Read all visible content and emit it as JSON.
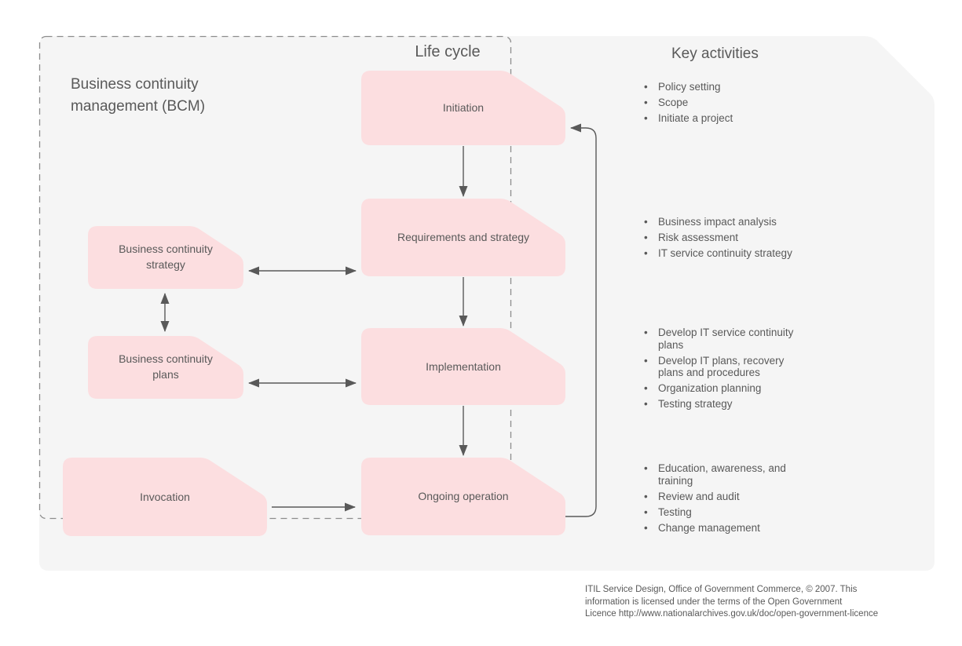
{
  "panel": {
    "bcm_title": "Business continuity\nmanagement (BCM)",
    "lifecycle_label": "Life cycle",
    "key_activities_title": "Key activities"
  },
  "boxes": {
    "initiation": "Initiation",
    "requirements": "Requirements and strategy",
    "implementation": "Implementation",
    "ongoing": "Ongoing operation",
    "bc_strategy": "Business continuity\nstrategy",
    "bc_plans": "Business continuity\nplans",
    "invocation": "Invocation"
  },
  "key_activities": {
    "groups": [
      {
        "items": [
          "Policy setting",
          "Scope",
          "Initiate a project"
        ]
      },
      {
        "items": [
          "Business impact analysis",
          "Risk assessment",
          "IT service continuity strategy"
        ]
      },
      {
        "items": [
          "Develop IT service continuity\nplans",
          "Develop IT plans, recovery\nplans and procedures",
          "Organization planning",
          "Testing strategy"
        ]
      },
      {
        "items": [
          "Education, awareness, and\ntraining",
          "Review and audit",
          "Testing",
          "Change management"
        ]
      }
    ]
  },
  "footer": {
    "attribution": "ITIL Service Design, Office of Government Commerce, © 2007. This\ninformation is licensed under the terms of the Open Government\nLicence http://www.nationalarchives.gov.uk/doc/open-government-licence"
  },
  "colors": {
    "panel_background": "#f5f5f5",
    "box_fill": "#fcdee0",
    "connector": "#595959",
    "dashed_border": "#8c8c8c",
    "text": "#595959"
  }
}
